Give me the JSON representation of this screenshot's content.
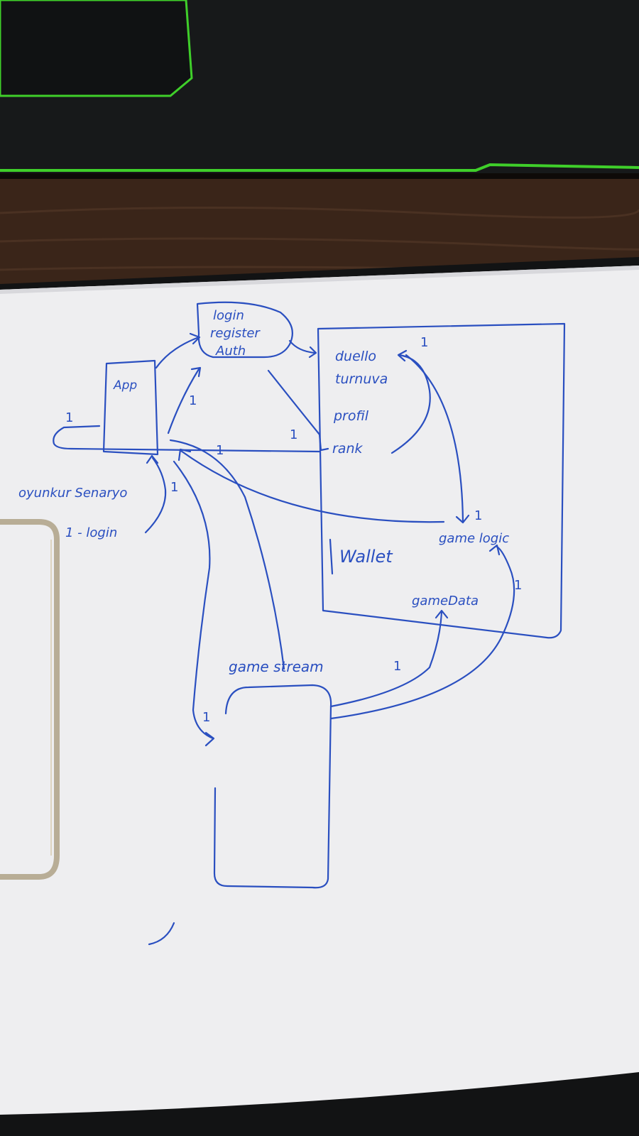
{
  "diagram": {
    "nodes": {
      "app": "App",
      "auth": [
        "login",
        "register",
        "Auth"
      ],
      "services": [
        "duello",
        "turnuva",
        "profil",
        "rank"
      ],
      "wallet": "Wallet",
      "game_logic": "game logic",
      "game_data": "gameData",
      "game_stream": "game stream",
      "side_note_1": "oyunkur Senaryo",
      "side_note_2": "1 - login"
    },
    "edge_labels": [
      "1",
      "1",
      "1",
      "1",
      "1",
      "1",
      "1",
      "1",
      "1",
      "1"
    ]
  },
  "colors": {
    "ink": "#2a4fc0",
    "paper": "#eeeef0",
    "desk": "#3a2519",
    "laptop": "#17191a",
    "accent_green": "#3fcf2a",
    "clip_metal": "#b8ad96"
  }
}
